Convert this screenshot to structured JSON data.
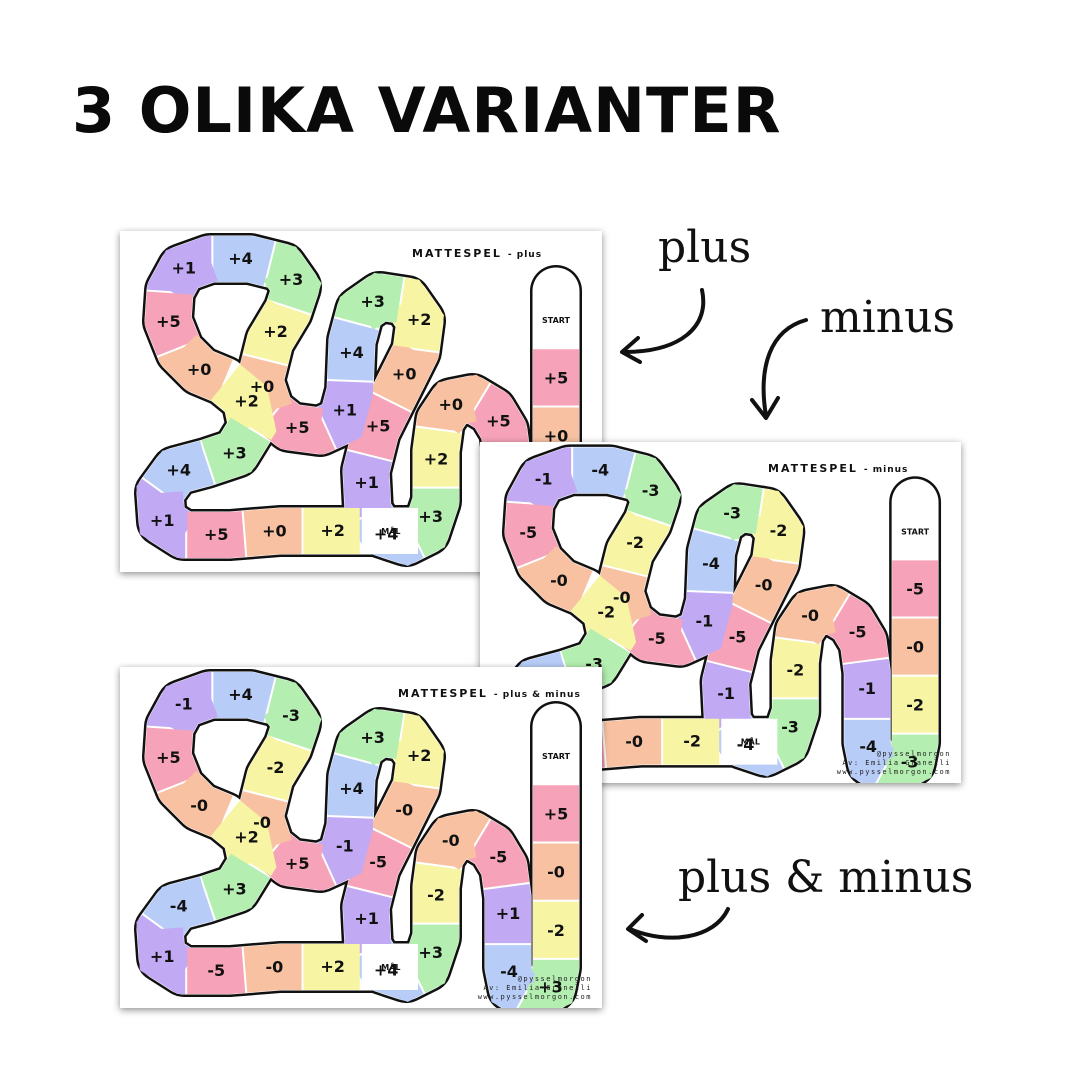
{
  "heading": "3 OLIKA VARIANTER",
  "labels": {
    "plus": "plus",
    "minus": "minus",
    "plus_minus": "plus & minus"
  },
  "start_label": "START",
  "goal_label": "MÅL",
  "credits": [
    "@pysselmorgon",
    "Av: Emilia Granelli",
    "www.pysselmorgon.com"
  ],
  "tile_colors": {
    "green": "#b4eeb0",
    "blue": "#b7cdf7",
    "purple": "#c2a9f3",
    "pink": "#f6a2b8",
    "orange": "#f8c2a2",
    "yellow": "#f7f5a3"
  },
  "sheets": [
    {
      "id": "plus",
      "title": "MATTESPEL",
      "subtitle": "- plus",
      "tiles": [
        "+5",
        "+0",
        "+2",
        "+3",
        "+4",
        "+1",
        "+5",
        "+0",
        "+2",
        "+3",
        "+4",
        "+1",
        "+5",
        "+0",
        "+2",
        "+3",
        "+4",
        "+1",
        "+5",
        "+0",
        "+2",
        "+3",
        "+4",
        "+1",
        "+5",
        "+0",
        "+2",
        "+3",
        "+4",
        "+1",
        "+5",
        "+0",
        "+2"
      ]
    },
    {
      "id": "minus",
      "title": "MATTESPEL",
      "subtitle": "- minus",
      "tiles": [
        "-5",
        "-0",
        "-2",
        "-3",
        "-4",
        "-1",
        "-5",
        "-0",
        "-2",
        "-3",
        "-4",
        "-1",
        "-5",
        "-0",
        "-2",
        "-3",
        "-4",
        "-1",
        "-5",
        "-0",
        "-2",
        "-3",
        "-4",
        "-1",
        "-5",
        "-0",
        "-2",
        "-3",
        "-4",
        "-1",
        "-5",
        "-0",
        "-2"
      ]
    },
    {
      "id": "plus-minus",
      "title": "MATTESPEL",
      "subtitle": "- plus & minus",
      "tiles": [
        "+5",
        "-0",
        "-2",
        "+3",
        "-4",
        "+1",
        "-5",
        "-0",
        "-2",
        "+3",
        "+4",
        "+1",
        "-5",
        "-0",
        "+2",
        "+3",
        "+4",
        "-1",
        "+5",
        "-0",
        "-2",
        "-3",
        "+4",
        "-1",
        "+5",
        "-0",
        "+2",
        "+3",
        "-4",
        "+1",
        "-5",
        "-0",
        "+2"
      ]
    }
  ]
}
